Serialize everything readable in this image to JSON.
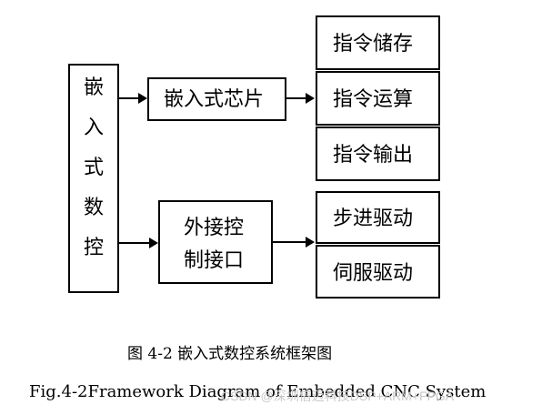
{
  "diagram": {
    "root_chars": [
      "嵌",
      "入",
      "式",
      "数",
      "控"
    ],
    "chip": "嵌入式芯片",
    "control_line1": "外接控",
    "control_line2": "制接口",
    "instr_store": "指令储存",
    "instr_compute": "指令运算",
    "instr_output": "指令输出",
    "step_drive": "步进驱动",
    "servo_drive": "伺服驱动"
  },
  "caption": {
    "cn": "图 4-2  嵌入式数控系统框架图",
    "en": "Fig.4-2Framework Diagram of Embedded CNC System"
  },
  "watermark": "CSDN @深圳信迈科技DSP+ARM+FPGA"
}
